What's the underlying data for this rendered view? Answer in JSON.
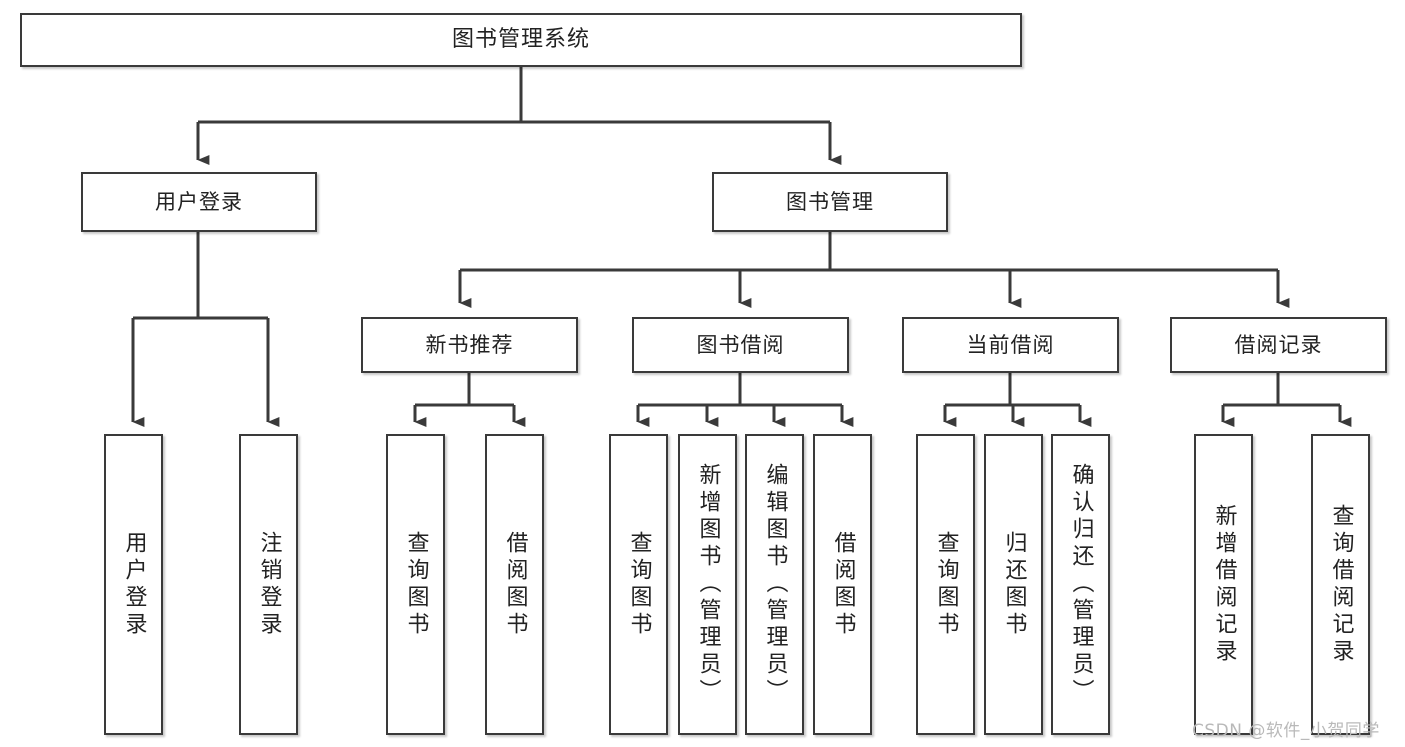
{
  "diagram": {
    "title": "图书管理系统",
    "watermark": "CSDN @软件_小贺同学",
    "nodes": {
      "root": "图书管理系统",
      "user_login": "用户登录",
      "book_manage": "图书管理",
      "new_book_rec": "新书推荐",
      "book_borrow": "图书借阅",
      "current_borrow": "当前借阅",
      "borrow_record": "借阅记录",
      "login_user": "用户登录",
      "logout_user": "注销登录",
      "rec_query_book": "查询图书",
      "rec_borrow_book": "借阅图书",
      "bor_query_book": "查询图书",
      "bor_add_book": "新增图书（管理员）",
      "bor_edit_book": "编辑图书（管理员）",
      "bor_borrow_book": "借阅图书",
      "cur_query_book": "查询图书",
      "cur_return_book": "归还图书",
      "cur_confirm_return": "确认归还（管理员）",
      "rec_add_record": "新增借阅记录",
      "rec_query_record": "查询借阅记录"
    },
    "colors": {
      "stroke": "#3a3a3a",
      "fill": "#ffffff",
      "text": "#222222",
      "watermark": "#b9b9b9"
    }
  }
}
